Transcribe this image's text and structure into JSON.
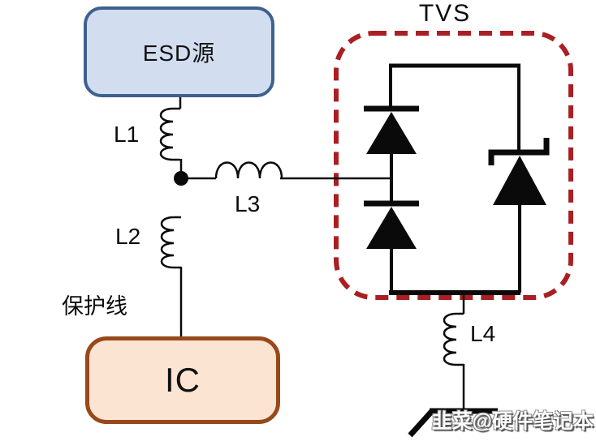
{
  "circuit": {
    "tvs_label": "TVS",
    "esd_source_label": "ESD源",
    "ic_label": "IC",
    "inductor_labels": {
      "l1": "L1",
      "l2": "L2",
      "l3": "L3",
      "l4": "L4"
    },
    "protection_line_label": "保护线",
    "watermark": "韭菜@硬件笔记本",
    "icons": {
      "inductor": "coil-icon",
      "diode": "diode-icon",
      "zener": "zener-diode-icon",
      "ground": "chassis-ground-icon",
      "junction": "junction-dot"
    },
    "colors": {
      "esd_box_fill": "#d2def0",
      "esd_box_border": "#3e618e",
      "ic_box_fill": "#fce4d3",
      "ic_box_border": "#97491b",
      "tvs_boundary": "#a91f23",
      "wire": "#0a0a0a",
      "background": "#ffffff"
    }
  }
}
